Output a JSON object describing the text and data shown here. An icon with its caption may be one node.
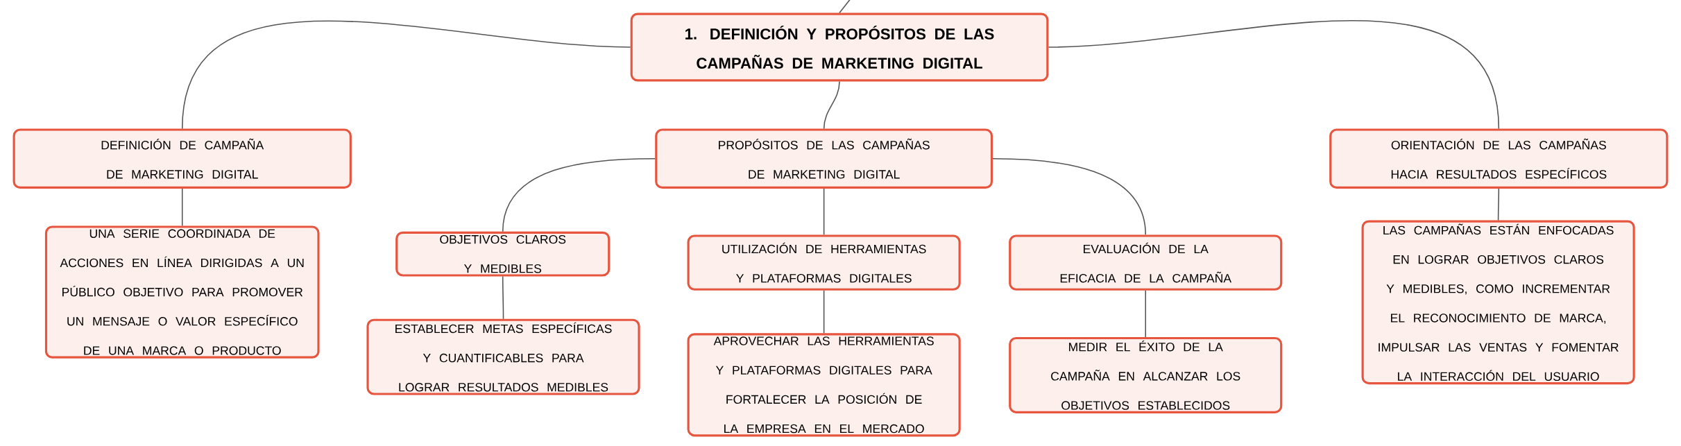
{
  "diagram": {
    "nodes": [
      {
        "text": [
          "1. DEFINICIÓN Y PROPÓSITOS DE LAS CAMPAÑAS DE MARKETING DIGITAL"
        ]
      },
      {
        "text": [
          "DEFINICIÓN DE CAMPAÑA DE MARKETING DIGITAL"
        ]
      },
      {
        "text": [
          "PROPÓSITOS DE LAS CAMPAÑAS DE MARKETING DIGITAL"
        ]
      },
      {
        "text": [
          "ORIENTACIÓN DE LAS CAMPAÑAS HACIA RESULTADOS ESPECÍFICOS"
        ]
      },
      {
        "text": [
          "UNA SERIE COORDINADA DE ACCIONES EN LÍNEA DIRIGIDAS A UN PÚBLICO OBJETIVO PARA PROMOVER UN MENSAJE O VALOR ESPECÍFICO DE UNA MARCA O PRODUCTO"
        ]
      },
      {
        "text": [
          "OBJETIVOS CLAROS Y MEDIBLES"
        ]
      },
      {
        "text": [
          "UTILIZACIÓN DE HERRAMIENTAS Y PLATAFORMAS DIGITALES"
        ]
      },
      {
        "text": [
          "EVALUACIÓN DE LA EFICACIA DE LA CAMPAÑA"
        ]
      },
      {
        "text": [
          "LAS CAMPAÑAS ESTÁN ENFOCADAS EN LOGRAR OBJETIVOS CLAROS Y MEDIBLES, COMO INCREMENTAR EL RECONOCIMIENTO DE MARCA, IMPULSAR LAS VENTAS Y FOMENTAR LA INTERACCIÓN DEL USUARIO"
        ]
      },
      {
        "text": [
          "ESTABLECER METAS ESPECÍFICAS Y CUANTIFICABLES PARA LOGRAR RESULTADOS MEDIBLES"
        ]
      },
      {
        "text": [
          "APROVECHAR LAS HERRAMIENTAS Y PLATAFORMAS DIGITALES PARA FORTALECER LA POSICIÓN DE LA EMPRESA EN EL MERCADO"
        ]
      },
      {
        "text": [
          "MEDIR EL ÉXITO DE LA CAMPAÑA EN ALCANZAR LOS OBJETIVOS ESTABLECIDOS"
        ]
      }
    ],
    "edges": [
      {
        "from": null,
        "to": 0,
        "arrow": "none"
      },
      {
        "from": 0,
        "to": 1,
        "arrow": "none"
      },
      {
        "from": 0,
        "to": 2,
        "arrow": "none"
      },
      {
        "from": 0,
        "to": 3,
        "arrow": "none"
      },
      {
        "from": 1,
        "to": 4,
        "arrow": "none"
      },
      {
        "from": 2,
        "to": 5,
        "arrow": "none"
      },
      {
        "from": 2,
        "to": 6,
        "arrow": "none"
      },
      {
        "from": 2,
        "to": 7,
        "arrow": "none"
      },
      {
        "from": 3,
        "to": 8,
        "arrow": "none"
      },
      {
        "from": 5,
        "to": 9,
        "arrow": "none"
      },
      {
        "from": 6,
        "to": 10,
        "arrow": "none"
      },
      {
        "from": 7,
        "to": 11,
        "arrow": "none"
      }
    ]
  }
}
